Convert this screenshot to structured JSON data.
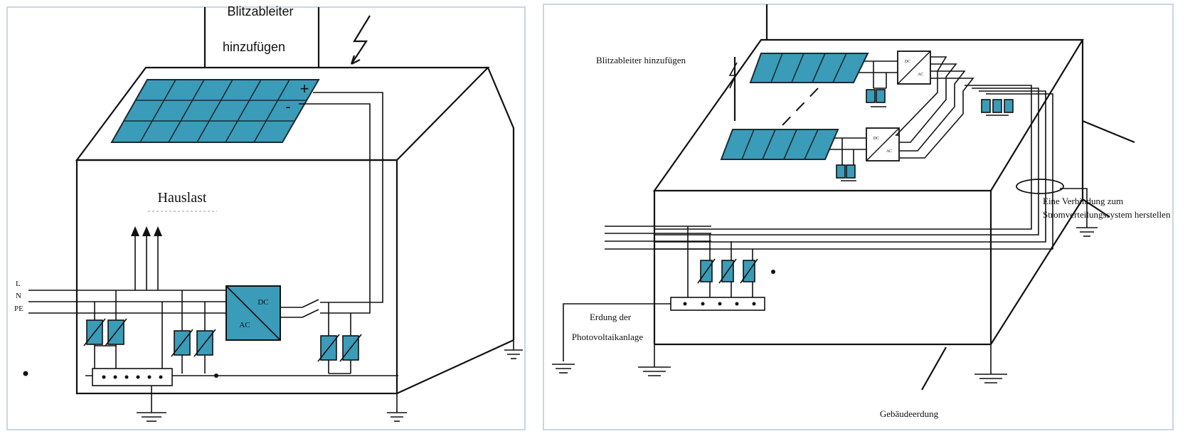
{
  "left_diagram": {
    "lightning_label_line1": "Blitzableiter",
    "lightning_label_line2": "hinzufügen",
    "house_load_label": "Hauslast",
    "conductor_L": "L",
    "conductor_N": "N",
    "conductor_PE": "PE",
    "plus_sign": "+",
    "minus_sign": "-",
    "inverter_dc": "DC",
    "inverter_ac": "AC"
  },
  "right_diagram": {
    "lightning_label": "Blitzableiter hinzufügen",
    "connection_label_line1": "Eine Verbindung zum",
    "connection_label_line2": "Stromverteilungssystem herstellen",
    "pv_grounding_line1": "Erdung der",
    "pv_grounding_line2": "Photovoltaikanlage",
    "building_grounding": "Gebäudeerdung",
    "module_dc": "DC",
    "module_ac": "AC"
  },
  "colors": {
    "panel_fill": "#3a9cb8",
    "line": "#111111",
    "frame": "#c9d6e3"
  }
}
